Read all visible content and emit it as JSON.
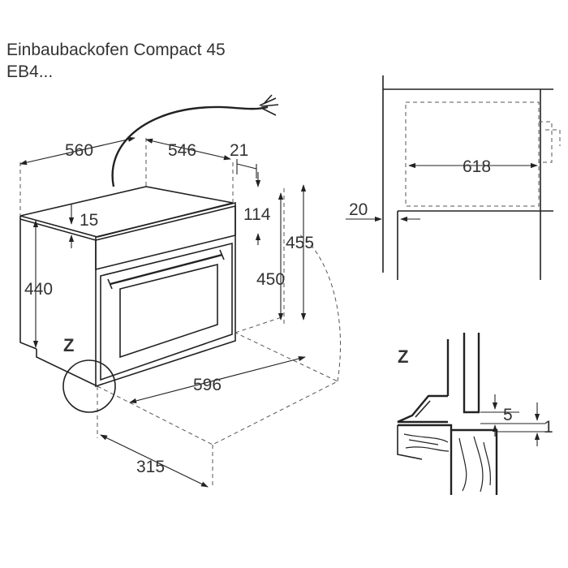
{
  "title": {
    "line1": "Einbaubackofen Compact 45",
    "line2": "EB4..."
  },
  "dimensions": {
    "d560": "560",
    "d546": "546",
    "d21": "21",
    "d15": "15",
    "d114": "114",
    "d455": "455",
    "d440": "440",
    "d450": "450",
    "d596": "596",
    "d315": "315",
    "d618": "618",
    "d20": "20",
    "d5": "5",
    "d1": "1"
  },
  "labels": {
    "z_main": "Z",
    "z_detail": "Z"
  }
}
